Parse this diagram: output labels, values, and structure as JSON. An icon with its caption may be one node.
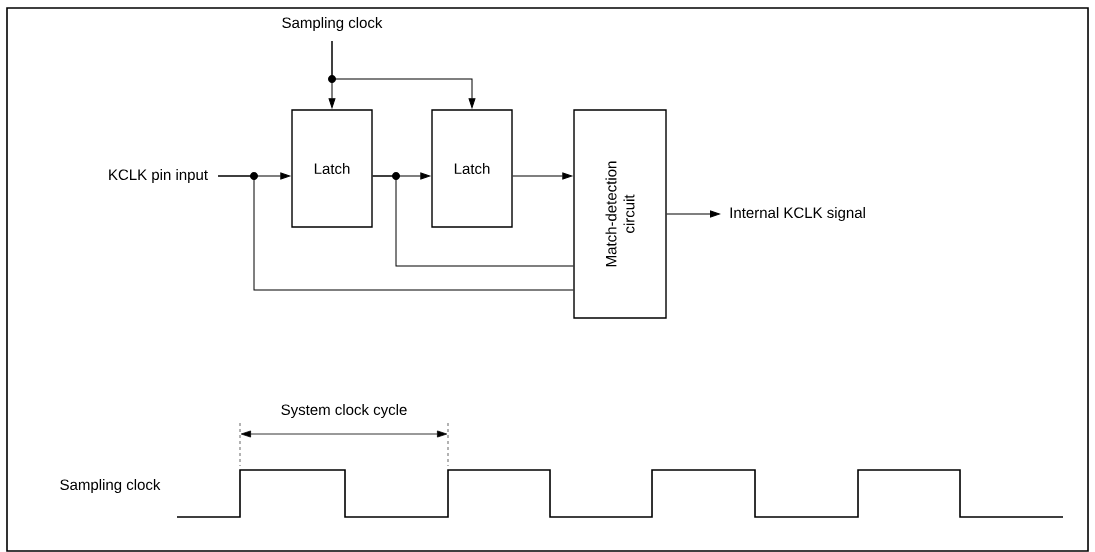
{
  "diagram": {
    "nodes": [
      {
        "text": [
          "Sampling clock"
        ]
      },
      {
        "text": [
          "KCLK pin input"
        ]
      },
      {
        "text": [
          "Latch"
        ]
      },
      {
        "text": [
          "Latch"
        ]
      },
      {
        "text": [
          "Match-detection circuit"
        ]
      },
      {
        "text": [
          "Internal KCLK signal"
        ]
      }
    ],
    "edges": [
      {
        "from": 0,
        "to": 2,
        "arrow": "to"
      },
      {
        "from": 0,
        "to": 3,
        "arrow": "to"
      },
      {
        "from": 1,
        "to": 2,
        "arrow": "to"
      },
      {
        "from": 1,
        "to": 4,
        "arrow": "none"
      },
      {
        "from": 2,
        "to": 3,
        "arrow": "to"
      },
      {
        "from": 2,
        "to": 4,
        "arrow": "none"
      },
      {
        "from": 3,
        "to": 4,
        "arrow": "to"
      },
      {
        "from": 4,
        "to": 5,
        "arrow": "to"
      }
    ],
    "labels": [
      "System clock cycle",
      "Sampling clock"
    ]
  }
}
